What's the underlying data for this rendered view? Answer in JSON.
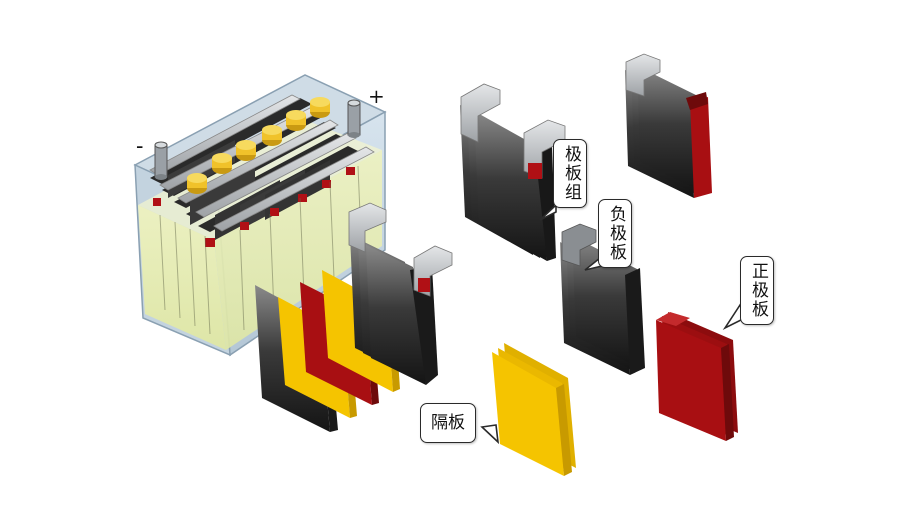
{
  "signs": {
    "negative": "-",
    "positive": "+"
  },
  "labels": {
    "plate_group": "极板组",
    "negative_plate": "负极板",
    "positive_plate": "正极板",
    "separator": "隔板"
  },
  "colors": {
    "negative_plate": "#2b2b2b",
    "positive_plate": "#a80f12",
    "separator": "#f5c400",
    "electrolyte": "#e9efb2",
    "case": "#c8d8e4",
    "terminal_cap": "#f0c22a",
    "strap": "#b8bcc0"
  }
}
